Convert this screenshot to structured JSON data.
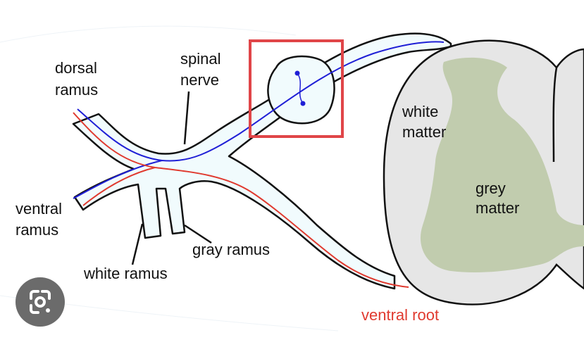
{
  "labels": {
    "dorsal_ramus_1": "dorsal",
    "dorsal_ramus_2": "ramus",
    "spinal_nerve_1": "spinal",
    "spinal_nerve_2": "nerve",
    "ventral_ramus_1": "ventral",
    "ventral_ramus_2": "ramus",
    "white_ramus": "white ramus",
    "gray_ramus": "gray ramus",
    "white_matter_1": "white",
    "white_matter_2": "matter",
    "grey_matter_1": "grey",
    "grey_matter_2": "matter",
    "ventral_root": "ventral root"
  },
  "colors": {
    "nerve_fill": "#f1fbfd",
    "outline": "#111111",
    "blue_fiber": "#1f1fd6",
    "red_fiber": "#e03a2f",
    "white_matter": "#e6e6e6",
    "grey_matter": "#c1ccae",
    "highlight_box": "#e04548",
    "lens_button": "#6b6b6b"
  },
  "icons": {
    "lens": "google-lens-icon"
  }
}
